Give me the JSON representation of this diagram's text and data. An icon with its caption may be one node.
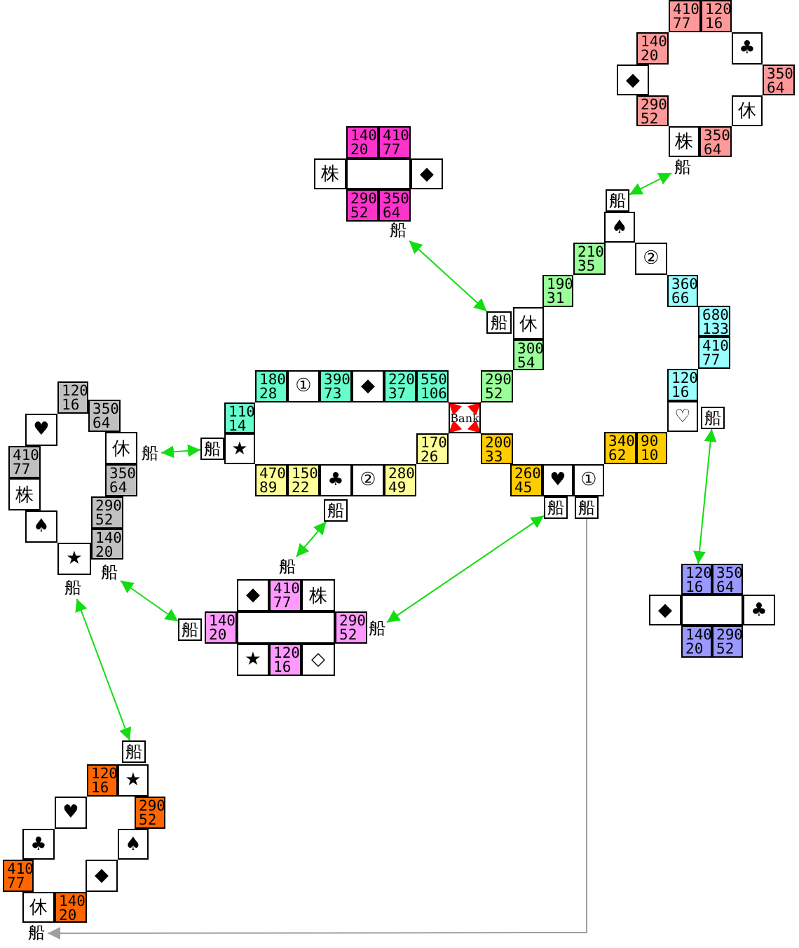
{
  "diagram": {
    "nodes": [
      {
        "text": [
          "180 28"
        ]
      },
      {
        "text": [
          "①"
        ]
      },
      {
        "text": [
          "390 73"
        ]
      },
      {
        "text": [
          "◆"
        ]
      },
      {
        "text": [
          "220 37"
        ]
      },
      {
        "text": [
          "550 106"
        ]
      },
      {
        "text": [
          "110 14"
        ]
      },
      {
        "text": [
          "★"
        ]
      },
      {
        "text": [
          "船"
        ]
      },
      {
        "text": [
          "470 89"
        ]
      },
      {
        "text": [
          "150 22"
        ]
      },
      {
        "text": [
          "♣"
        ]
      },
      {
        "text": [
          "②"
        ]
      },
      {
        "text": [
          "280 49"
        ]
      },
      {
        "text": [
          "170 26"
        ]
      },
      {
        "text": [
          "船"
        ]
      },
      {
        "text": [
          "Bank"
        ]
      },
      {
        "text": [
          "290 52"
        ]
      },
      {
        "text": [
          "200 33"
        ]
      },
      {
        "text": [
          "300 54"
        ]
      },
      {
        "text": [
          "休"
        ]
      },
      {
        "text": [
          "船"
        ]
      },
      {
        "text": [
          "190 31"
        ]
      },
      {
        "text": [
          "210 35"
        ]
      },
      {
        "text": [
          "♠"
        ]
      },
      {
        "text": [
          "船"
        ]
      },
      {
        "text": [
          "②"
        ]
      },
      {
        "text": [
          "360 66"
        ]
      },
      {
        "text": [
          "680 133"
        ]
      },
      {
        "text": [
          "410 77"
        ]
      },
      {
        "text": [
          "120 16"
        ]
      },
      {
        "text": [
          "♡"
        ]
      },
      {
        "text": [
          "船"
        ]
      },
      {
        "text": [
          "340 62"
        ]
      },
      {
        "text": [
          "90 10"
        ]
      },
      {
        "text": [
          "260 45"
        ]
      },
      {
        "text": [
          "♥"
        ]
      },
      {
        "text": [
          "①"
        ]
      },
      {
        "text": [
          "船"
        ]
      },
      {
        "text": [
          "船"
        ]
      },
      {
        "text": [
          "410 77"
        ]
      },
      {
        "text": [
          "120 16"
        ]
      },
      {
        "text": [
          "140 20"
        ]
      },
      {
        "text": [
          "♣"
        ]
      },
      {
        "text": [
          "◆"
        ]
      },
      {
        "text": [
          "350 64"
        ]
      },
      {
        "text": [
          "290 52"
        ]
      },
      {
        "text": [
          "休"
        ]
      },
      {
        "text": [
          "株"
        ]
      },
      {
        "text": [
          "350 64"
        ]
      },
      {
        "text": [
          "船"
        ]
      },
      {
        "text": [
          "140 20"
        ]
      },
      {
        "text": [
          "410 77"
        ]
      },
      {
        "text": [
          "株"
        ]
      },
      {
        "text": [],
        "shape": "box"
      },
      {
        "text": [
          "◆"
        ]
      },
      {
        "text": [
          "290 52"
        ]
      },
      {
        "text": [
          "350 64"
        ]
      },
      {
        "text": [
          "船"
        ]
      },
      {
        "text": [
          "120 16"
        ]
      },
      {
        "text": [
          "♥"
        ]
      },
      {
        "text": [
          "350 64"
        ]
      },
      {
        "text": [
          "休"
        ]
      },
      {
        "text": [
          "船"
        ]
      },
      {
        "text": [
          "410 77"
        ]
      },
      {
        "text": [
          "350 64"
        ]
      },
      {
        "text": [
          "株"
        ]
      },
      {
        "text": [
          "290 52"
        ]
      },
      {
        "text": [
          "♠"
        ]
      },
      {
        "text": [
          "140 20"
        ]
      },
      {
        "text": [
          "★"
        ]
      },
      {
        "text": [
          "船"
        ]
      },
      {
        "text": [
          "船"
        ]
      },
      {
        "text": [
          "船"
        ]
      },
      {
        "text": [
          "◆"
        ]
      },
      {
        "text": [
          "410 77"
        ]
      },
      {
        "text": [
          "株"
        ]
      },
      {
        "text": [
          "船"
        ]
      },
      {
        "text": [
          "140 20"
        ]
      },
      {
        "text": [],
        "shape": "box"
      },
      {
        "text": [
          "290 52"
        ]
      },
      {
        "text": [
          "船"
        ]
      },
      {
        "text": [
          "★"
        ]
      },
      {
        "text": [
          "120 16"
        ]
      },
      {
        "text": [
          "◇"
        ]
      },
      {
        "text": [
          "120 16"
        ]
      },
      {
        "text": [
          "350 64"
        ]
      },
      {
        "text": [
          "◆"
        ]
      },
      {
        "text": [],
        "shape": "box"
      },
      {
        "text": [
          "♣"
        ]
      },
      {
        "text": [
          "140 20"
        ]
      },
      {
        "text": [
          "290 52"
        ]
      },
      {
        "text": [
          "船"
        ]
      },
      {
        "text": [
          "120 16"
        ]
      },
      {
        "text": [
          "★"
        ]
      },
      {
        "text": [
          "♥"
        ]
      },
      {
        "text": [
          "290 52"
        ]
      },
      {
        "text": [
          "♣"
        ]
      },
      {
        "text": [
          "♠"
        ]
      },
      {
        "text": [
          "410 77"
        ]
      },
      {
        "text": [
          "◆"
        ]
      },
      {
        "text": [
          "休"
        ]
      },
      {
        "text": [
          "140 20"
        ]
      },
      {
        "text": [
          "船"
        ]
      }
    ],
    "edges": [
      {
        "from": 63,
        "to": 8,
        "arrow": "both"
      },
      {
        "from": 58,
        "to": 21,
        "arrow": "both"
      },
      {
        "from": 50,
        "to": 25,
        "arrow": "both"
      },
      {
        "from": 32,
        "to": 85,
        "arrow": "both"
      },
      {
        "from": 15,
        "to": 73,
        "arrow": "both"
      },
      {
        "from": 38,
        "to": 81,
        "arrow": "both"
      },
      {
        "from": 71,
        "to": 77,
        "arrow": "both"
      },
      {
        "from": 72,
        "to": 92,
        "arrow": "both"
      },
      {
        "from": 39,
        "to": 103,
        "arrow": "to",
        "color": "#a0a0a0"
      },
      {
        "from": 16,
        "to": 5,
        "arrow": "to",
        "color": "#ff0000"
      },
      {
        "from": 16,
        "to": 17,
        "arrow": "to",
        "color": "#ff0000"
      },
      {
        "from": 16,
        "to": 14,
        "arrow": "to",
        "color": "#ff0000"
      },
      {
        "from": 16,
        "to": 18,
        "arrow": "to",
        "color": "#ff0000"
      }
    ]
  }
}
